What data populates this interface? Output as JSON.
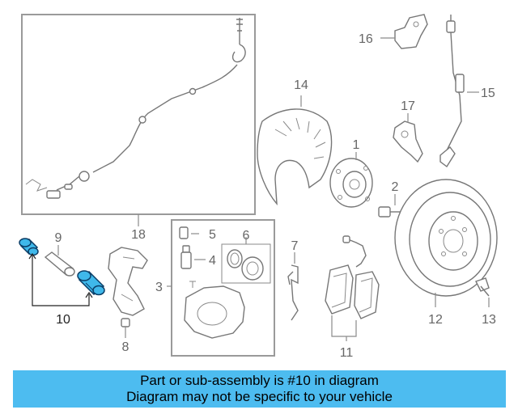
{
  "callouts": {
    "c1": "1",
    "c2": "2",
    "c3": "3",
    "c4": "4",
    "c5": "5",
    "c6": "6",
    "c7": "7",
    "c8": "8",
    "c9": "9",
    "c10": "10",
    "c11": "11",
    "c12": "12",
    "c13": "13",
    "c14": "14",
    "c15": "15",
    "c16": "16",
    "c17": "17",
    "c18": "18"
  },
  "highlighted_part": "10",
  "colors": {
    "banner": "#4dbcf0",
    "highlight_fill": "#3fb8ea",
    "highlight_stroke": "#0b3d66",
    "line_art": "#777777"
  },
  "banner": {
    "line1": "Part or sub-assembly is #10 in diagram",
    "line2": "Diagram may not be specific to your vehicle"
  }
}
